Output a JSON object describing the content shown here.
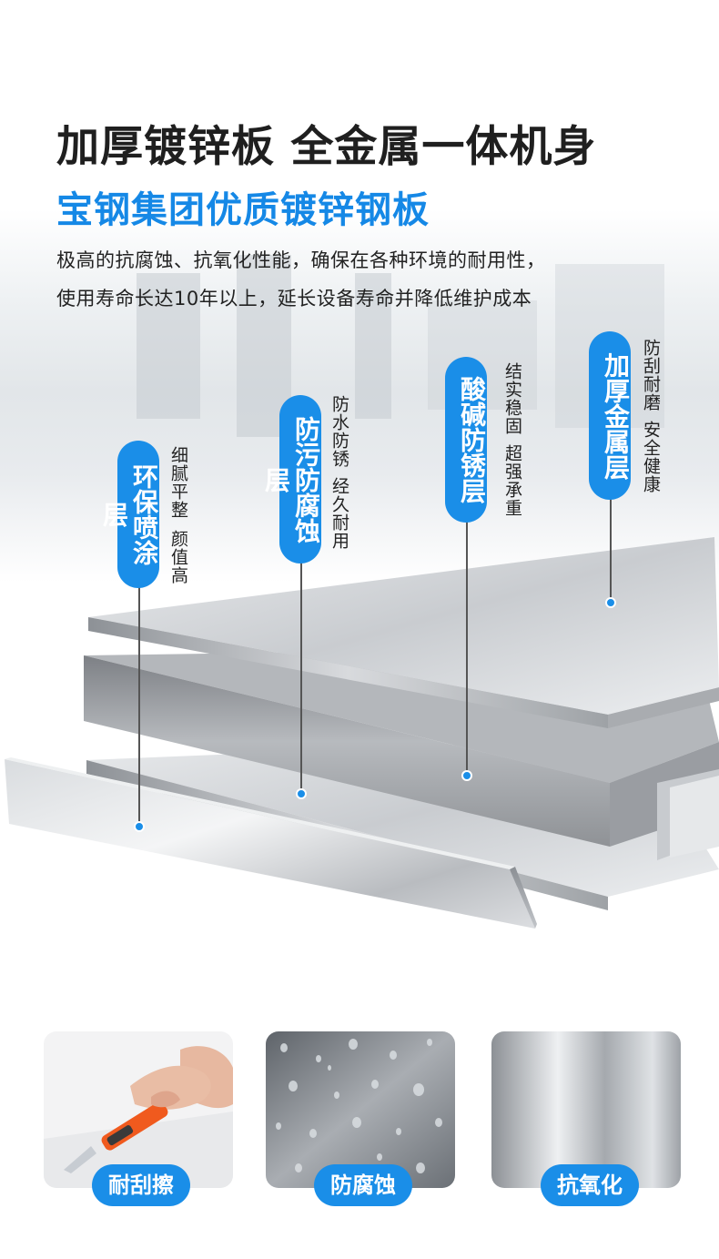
{
  "header": {
    "title": "加厚镀锌板 全金属一体机身",
    "subtitle": "宝钢集团优质镀锌钢板",
    "desc_line1": "极高的抗腐蚀、抗氧化性能，确保在各种环境的耐用性，",
    "desc_line2": "使用寿命长达10年以上，延长设备寿命并降低维护成本"
  },
  "layers": [
    {
      "label": "环保喷涂层",
      "note1": "细腻平整",
      "note2": "颜值高"
    },
    {
      "label": "防污防腐蚀层",
      "note1": "防水防锈",
      "note2": "经久耐用"
    },
    {
      "label": "酸碱防锈层",
      "note1": "结实稳固",
      "note2": "超强承重"
    },
    {
      "label": "加厚金属层",
      "note1": "防刮耐磨",
      "note2": "安全健康"
    }
  ],
  "features": [
    {
      "label": "耐刮擦",
      "icon": "knife-scratch-photo"
    },
    {
      "label": "防腐蚀",
      "icon": "water-droplets-photo"
    },
    {
      "label": "抗氧化",
      "icon": "brushed-metal-photo"
    }
  ],
  "colors": {
    "accent": "#1a8ee8",
    "title": "#1f1f1f"
  }
}
